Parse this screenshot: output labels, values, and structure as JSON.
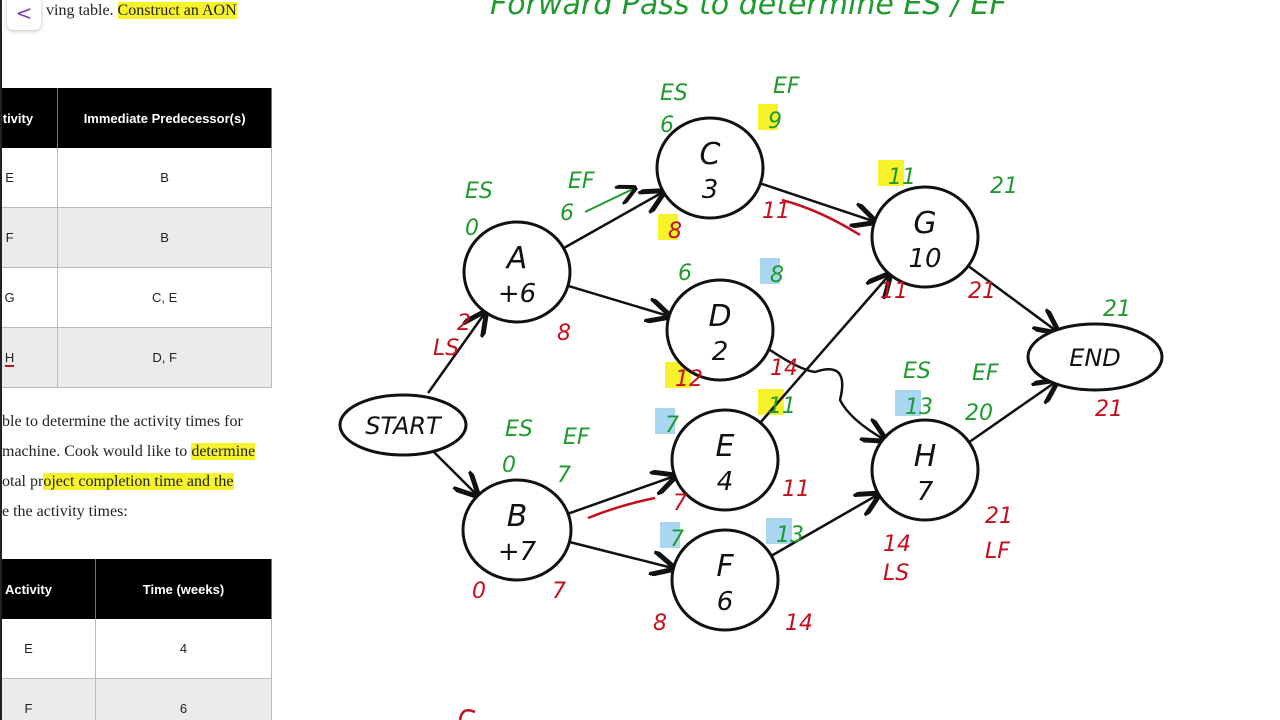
{
  "left_panel": {
    "back_label": "<",
    "intro_text_prefix": "ving table. ",
    "intro_text_highlight": "Construct an AON",
    "table1": {
      "headers": [
        "Activity",
        "Immediate Predecessor(s)"
      ],
      "rows": [
        [
          "E",
          "B"
        ],
        [
          "F",
          "B"
        ],
        [
          "G",
          "C, E"
        ],
        [
          "H",
          "D, F"
        ]
      ]
    },
    "paragraph": {
      "l1": "ble to determine the activity times for",
      "l2a": "machine. Cook would like to ",
      "l2b": "determine",
      "l3a": "otal pr",
      "l3b": "oject completion time and the",
      "l4": "e the activity times:"
    },
    "table2": {
      "headers": [
        "Activity",
        "Time (weeks)"
      ],
      "rows": [
        [
          "E",
          "4"
        ],
        [
          "F",
          "6"
        ]
      ]
    }
  },
  "diagram": {
    "title": "Forward Pass to determine ES / EF",
    "colors": {
      "green": "#1f9a2e",
      "red": "#c4101c",
      "yellow": "#f7f32a",
      "blue": "#a9d6f0",
      "ink": "#111111"
    },
    "nodes": [
      {
        "id": "start",
        "label": "START",
        "duration": ""
      },
      {
        "id": "A",
        "label": "A",
        "duration": "+6"
      },
      {
        "id": "B",
        "label": "B",
        "duration": "+7"
      },
      {
        "id": "C",
        "label": "C",
        "duration": "3"
      },
      {
        "id": "D",
        "label": "D",
        "duration": "2"
      },
      {
        "id": "E",
        "label": "E",
        "duration": "4"
      },
      {
        "id": "F",
        "label": "F",
        "duration": "6"
      },
      {
        "id": "G",
        "label": "G",
        "duration": "10"
      },
      {
        "id": "H",
        "label": "H",
        "duration": "7"
      },
      {
        "id": "end",
        "label": "END",
        "duration": ""
      }
    ],
    "edges": [
      [
        "start",
        "A"
      ],
      [
        "start",
        "B"
      ],
      [
        "A",
        "C"
      ],
      [
        "A",
        "D"
      ],
      [
        "B",
        "E"
      ],
      [
        "B",
        "F"
      ],
      [
        "C",
        "G"
      ],
      [
        "D",
        "H"
      ],
      [
        "E",
        "G"
      ],
      [
        "F",
        "H"
      ],
      [
        "G",
        "end"
      ],
      [
        "H",
        "end"
      ]
    ],
    "annotations": [
      {
        "text": "ES",
        "color": "green"
      },
      {
        "text": "0",
        "color": "green"
      },
      {
        "text": "EF",
        "color": "green"
      },
      {
        "text": "6",
        "color": "green"
      },
      {
        "text": "ES",
        "color": "green"
      },
      {
        "text": "6",
        "color": "green"
      },
      {
        "text": "EF",
        "color": "green"
      },
      {
        "text": "9",
        "color": "green",
        "mark": "yellow"
      },
      {
        "text": "6",
        "color": "green"
      },
      {
        "text": "8",
        "color": "green",
        "mark": "blue"
      },
      {
        "text": "7",
        "color": "green",
        "mark": "blue"
      },
      {
        "text": "11",
        "color": "green",
        "mark": "yellow"
      },
      {
        "text": "ES",
        "color": "green"
      },
      {
        "text": "0",
        "color": "green"
      },
      {
        "text": "EF",
        "color": "green"
      },
      {
        "text": "7",
        "color": "green"
      },
      {
        "text": "7",
        "color": "green",
        "mark": "blue"
      },
      {
        "text": "13",
        "color": "green",
        "mark": "blue"
      },
      {
        "text": "11",
        "color": "green",
        "mark": "yellow"
      },
      {
        "text": "21",
        "color": "green"
      },
      {
        "text": "ES",
        "color": "green"
      },
      {
        "text": "13",
        "color": "green",
        "mark": "blue"
      },
      {
        "text": "EF",
        "color": "green"
      },
      {
        "text": "20",
        "color": "green"
      },
      {
        "text": "21",
        "color": "green"
      },
      {
        "text": "LS",
        "color": "red"
      },
      {
        "text": "2",
        "color": "red"
      },
      {
        "text": "8",
        "color": "red"
      },
      {
        "text": "8",
        "color": "red",
        "mark": "yellow"
      },
      {
        "text": "11",
        "color": "red"
      },
      {
        "text": "12",
        "color": "red",
        "mark": "yellow"
      },
      {
        "text": "14",
        "color": "red"
      },
      {
        "text": "7",
        "color": "red"
      },
      {
        "text": "11",
        "color": "red"
      },
      {
        "text": "8",
        "color": "red"
      },
      {
        "text": "14",
        "color": "red"
      },
      {
        "text": "0",
        "color": "red"
      },
      {
        "text": "7",
        "color": "red"
      },
      {
        "text": "11",
        "color": "red"
      },
      {
        "text": "21",
        "color": "red"
      },
      {
        "text": "14",
        "color": "red"
      },
      {
        "text": "LS",
        "color": "red"
      },
      {
        "text": "21",
        "color": "red"
      },
      {
        "text": "LF",
        "color": "red"
      },
      {
        "text": "21",
        "color": "red"
      }
    ]
  }
}
